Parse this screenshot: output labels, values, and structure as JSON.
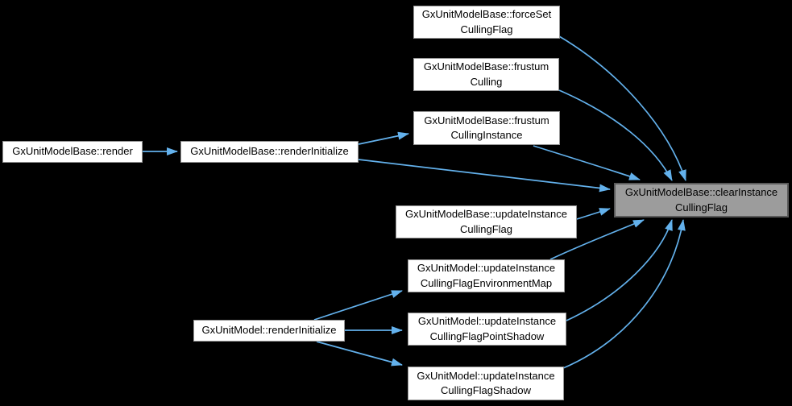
{
  "colors": {
    "background": "#000000",
    "edge": "#63b1ec",
    "node-fill": "#ffffff",
    "node-border": "#959595",
    "node-text": "#000000",
    "highlight-fill": "#9c9c9c",
    "highlight-border": "#5a5a5a"
  },
  "nodes": [
    {
      "label": "GxUnitModelBase::render"
    },
    {
      "label": "GxUnitModelBase::renderInitialize"
    },
    {
      "label": "GxUnitModelBase::forceSet\nCullingFlag"
    },
    {
      "label": "GxUnitModelBase::frustum\nCulling"
    },
    {
      "label": "GxUnitModelBase::frustum\nCullingInstance"
    },
    {
      "label": "GxUnitModelBase::updateInstance\nCullingFlag"
    },
    {
      "label": "GxUnitModel::updateInstance\nCullingFlagEnvironmentMap"
    },
    {
      "label": "GxUnitModel::renderInitialize"
    },
    {
      "label": "GxUnitModel::updateInstance\nCullingFlagPointShadow"
    },
    {
      "label": "GxUnitModel::updateInstance\nCullingFlagShadow"
    },
    {
      "label": "GxUnitModelBase::clearInstance\nCullingFlag",
      "highlighted": true
    }
  ]
}
